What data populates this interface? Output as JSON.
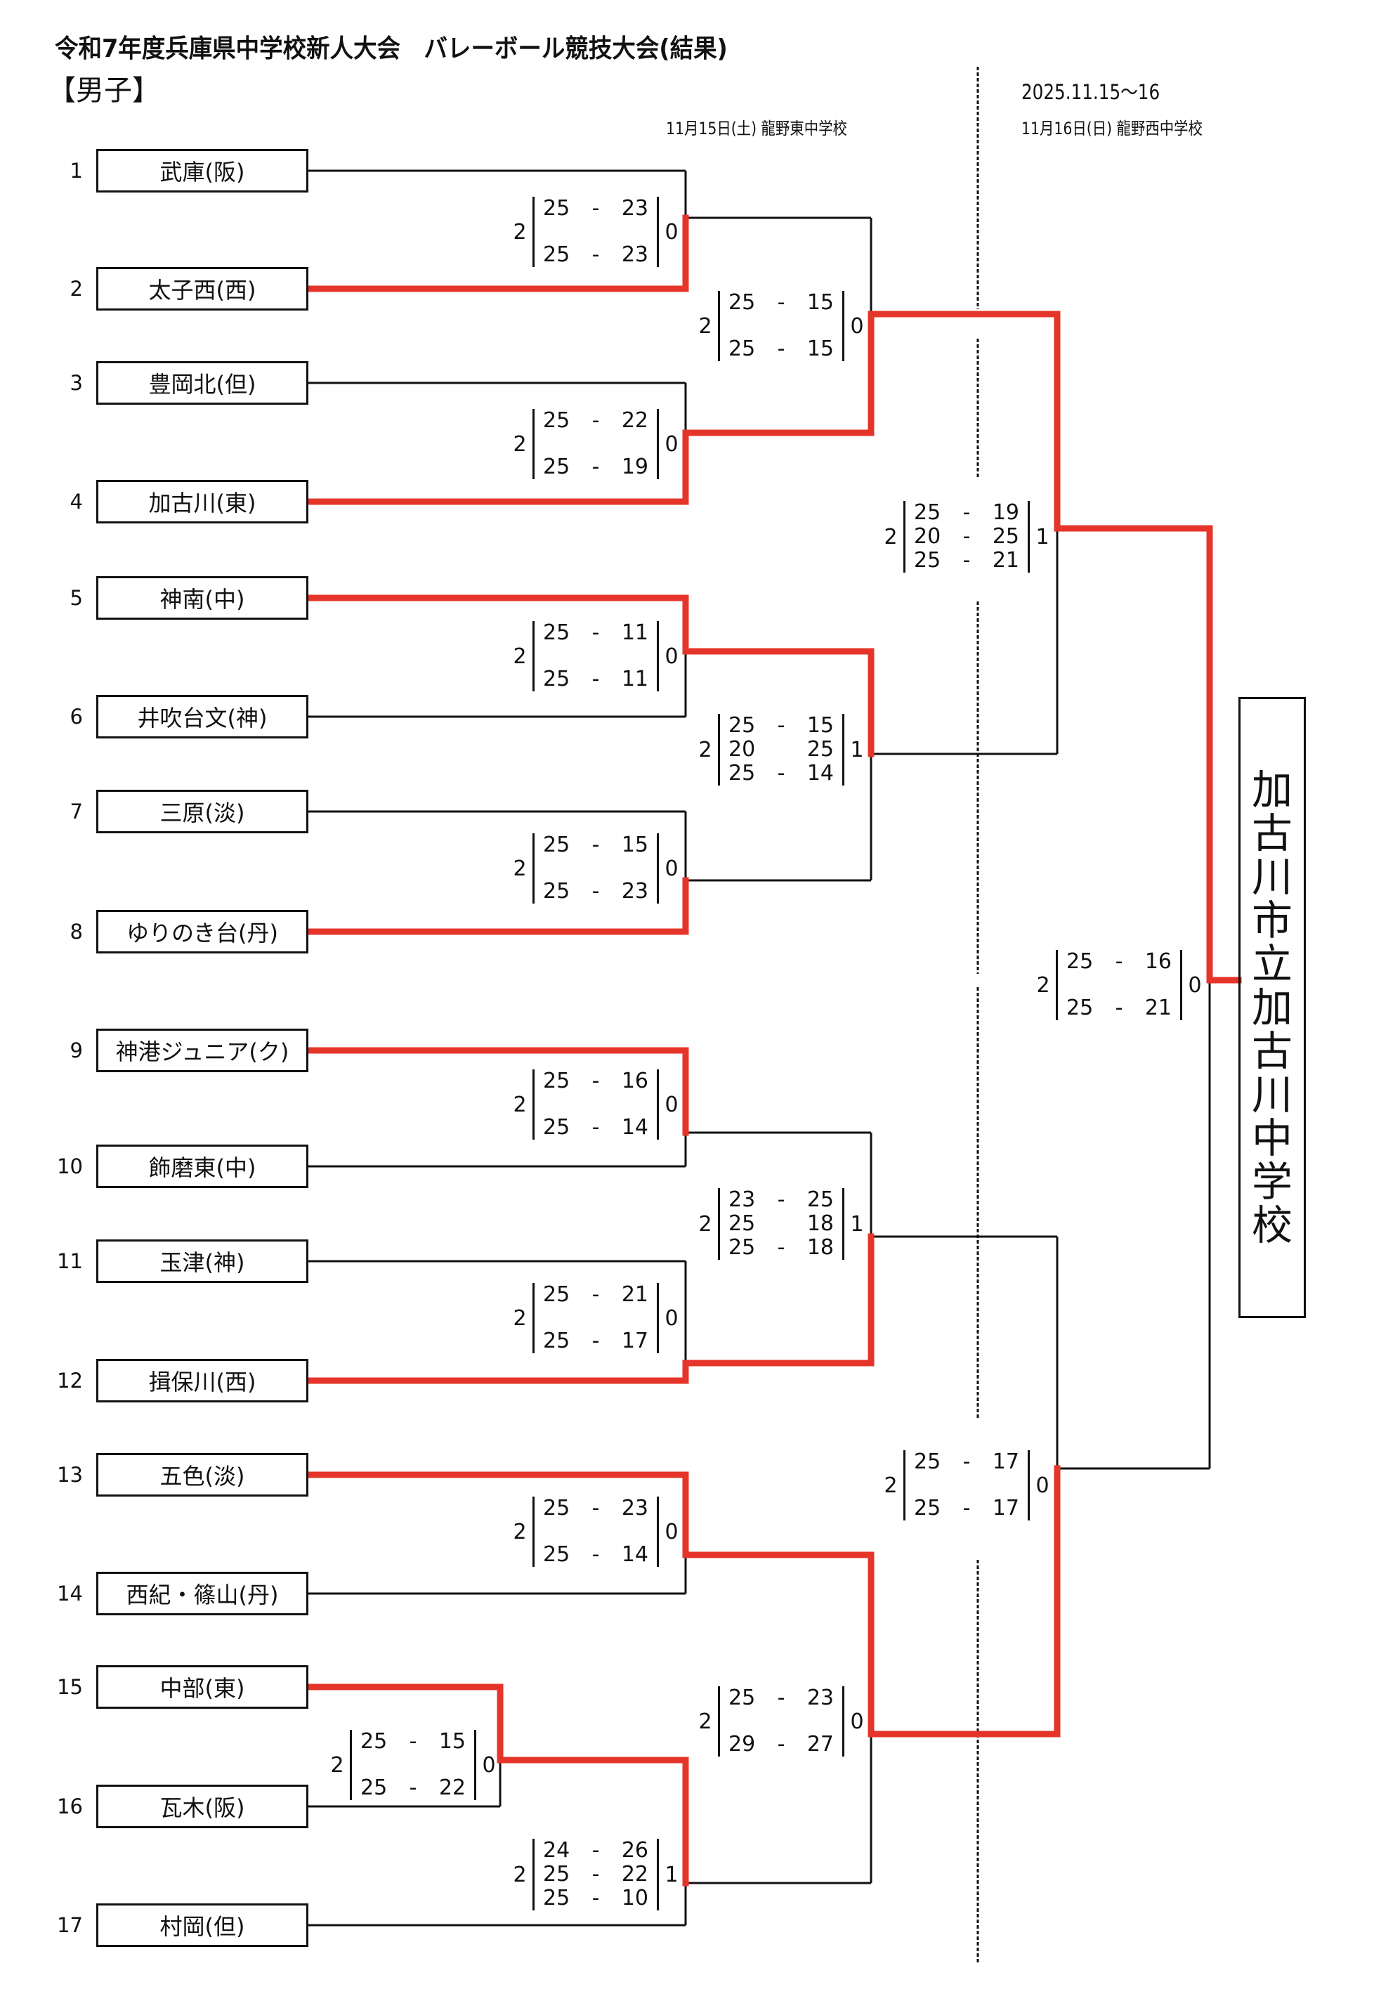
{
  "header": {
    "title": "令和7年度兵庫県中学校新人大会　バレーボール競技大会(結果)",
    "division": "【男子】",
    "period": "2025.11.15〜16",
    "day1": "11月15日(土)  龍野東中学校",
    "day2": "11月16日(日)  龍野西中学校"
  },
  "colors": {
    "winner_line": "#e5352a",
    "line": "#111111"
  },
  "teams": [
    {
      "seed": "1",
      "name": "武庫(阪)"
    },
    {
      "seed": "2",
      "name": "太子西(西)"
    },
    {
      "seed": "3",
      "name": "豊岡北(但)"
    },
    {
      "seed": "4",
      "name": "加古川(東)"
    },
    {
      "seed": "5",
      "name": "神南(中)"
    },
    {
      "seed": "6",
      "name": "井吹台文(神)"
    },
    {
      "seed": "7",
      "name": "三原(淡)"
    },
    {
      "seed": "8",
      "name": "ゆりのき台(丹)"
    },
    {
      "seed": "9",
      "name": "神港ジュニア(ク)"
    },
    {
      "seed": "10",
      "name": "飾磨東(中)"
    },
    {
      "seed": "11",
      "name": "玉津(神)"
    },
    {
      "seed": "12",
      "name": "揖保川(西)"
    },
    {
      "seed": "13",
      "name": "五色(淡)"
    },
    {
      "seed": "14",
      "name": "西紀・篠山(丹)"
    },
    {
      "seed": "15",
      "name": "中部(東)"
    },
    {
      "seed": "16",
      "name": "瓦木(阪)"
    },
    {
      "seed": "17",
      "name": "村岡(但)"
    }
  ],
  "matches": {
    "r0_15_16": {
      "winner": "top",
      "sets": [
        "2",
        "0"
      ],
      "games": [
        [
          "25",
          "-",
          "15"
        ],
        [
          "25",
          "-",
          "22"
        ]
      ]
    },
    "r1_1_2": {
      "winner": "bottom",
      "sets": [
        "2",
        "0"
      ],
      "games": [
        [
          "25",
          "-",
          "23"
        ],
        [
          "25",
          "-",
          "23"
        ]
      ]
    },
    "r1_3_4": {
      "winner": "bottom",
      "sets": [
        "2",
        "0"
      ],
      "games": [
        [
          "25",
          "-",
          "22"
        ],
        [
          "25",
          "-",
          "19"
        ]
      ]
    },
    "r1_5_6": {
      "winner": "top",
      "sets": [
        "2",
        "0"
      ],
      "games": [
        [
          "25",
          "-",
          "11"
        ],
        [
          "25",
          "-",
          "11"
        ]
      ]
    },
    "r1_7_8": {
      "winner": "bottom",
      "sets": [
        "2",
        "0"
      ],
      "games": [
        [
          "25",
          "-",
          "15"
        ],
        [
          "25",
          "-",
          "23"
        ]
      ]
    },
    "r1_9_10": {
      "winner": "top",
      "sets": [
        "2",
        "0"
      ],
      "games": [
        [
          "25",
          "-",
          "16"
        ],
        [
          "25",
          "-",
          "14"
        ]
      ]
    },
    "r1_11_12": {
      "winner": "bottom",
      "sets": [
        "2",
        "0"
      ],
      "games": [
        [
          "25",
          "-",
          "21"
        ],
        [
          "25",
          "-",
          "17"
        ]
      ]
    },
    "r1_13_14": {
      "winner": "top",
      "sets": [
        "2",
        "0"
      ],
      "games": [
        [
          "25",
          "-",
          "23"
        ],
        [
          "25",
          "-",
          "14"
        ]
      ]
    },
    "r1_w_17": {
      "winner": "top",
      "sets": [
        "2",
        "1"
      ],
      "games": [
        [
          "24",
          "-",
          "26"
        ],
        [
          "25",
          "-",
          "22"
        ],
        [
          "25",
          "-",
          "10"
        ]
      ]
    },
    "r2_a": {
      "winner": "bottom",
      "sets": [
        "2",
        "0"
      ],
      "games": [
        [
          "25",
          "-",
          "15"
        ],
        [
          "25",
          "-",
          "15"
        ]
      ]
    },
    "r2_b": {
      "winner": "top",
      "sets": [
        "2",
        "1"
      ],
      "games": [
        [
          "25",
          "-",
          "15"
        ],
        [
          "20",
          "",
          "25"
        ],
        [
          "25",
          "-",
          "14"
        ]
      ]
    },
    "r2_c": {
      "winner": "bottom",
      "sets": [
        "2",
        "1"
      ],
      "games": [
        [
          "23",
          "-",
          "25"
        ],
        [
          "25",
          "",
          "18"
        ],
        [
          "25",
          "-",
          "18"
        ]
      ]
    },
    "r2_d": {
      "winner": "top",
      "sets": [
        "2",
        "0"
      ],
      "games": [
        [
          "25",
          "-",
          "23"
        ],
        [
          "29",
          "-",
          "27"
        ]
      ]
    },
    "qf_top": {
      "winner": "top",
      "sets": [
        "2",
        "1"
      ],
      "games": [
        [
          "25",
          "-",
          "19"
        ],
        [
          "20",
          "-",
          "25"
        ],
        [
          "25",
          "-",
          "21"
        ]
      ]
    },
    "qf_bottom": {
      "winner": "bottom",
      "sets": [
        "2",
        "0"
      ],
      "games": [
        [
          "25",
          "-",
          "17"
        ],
        [
          "25",
          "-",
          "17"
        ]
      ]
    },
    "final": {
      "winner": "top",
      "sets": [
        "2",
        "0"
      ],
      "games": [
        [
          "25",
          "-",
          "16"
        ],
        [
          "25",
          "-",
          "21"
        ]
      ]
    }
  },
  "champion": "加古川市立加古川中学校"
}
